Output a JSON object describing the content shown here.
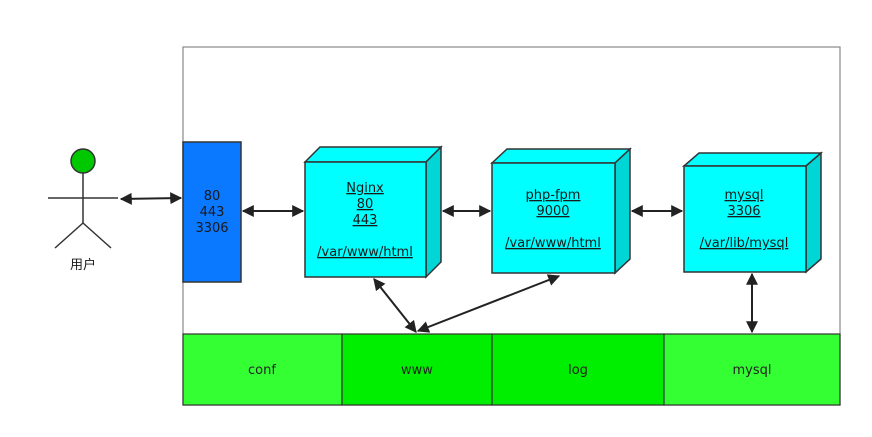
{
  "user": {
    "label": "用户",
    "head_color": "#00c800"
  },
  "ports_box": {
    "lines": [
      "80",
      "443",
      "3306"
    ],
    "color": "#0a78ff"
  },
  "containers": [
    {
      "id": "nginx",
      "lines": [
        "Nginx",
        "80",
        "443"
      ],
      "path": "/var/www/html",
      "color": "#00ffff"
    },
    {
      "id": "php",
      "lines": [
        "php-fpm",
        "9000"
      ],
      "path": "/var/www/html",
      "color": "#00ffff"
    },
    {
      "id": "mysql",
      "lines": [
        "mysql",
        "3306"
      ],
      "path": "/var/lib/mysql",
      "color": "#00ffff"
    }
  ],
  "volumes": [
    {
      "label": "conf",
      "color": "#33ff33"
    },
    {
      "label": "www",
      "color": "#00ee00"
    },
    {
      "label": "log",
      "color": "#00ee00"
    },
    {
      "label": "mysql",
      "color": "#33ff33"
    }
  ]
}
